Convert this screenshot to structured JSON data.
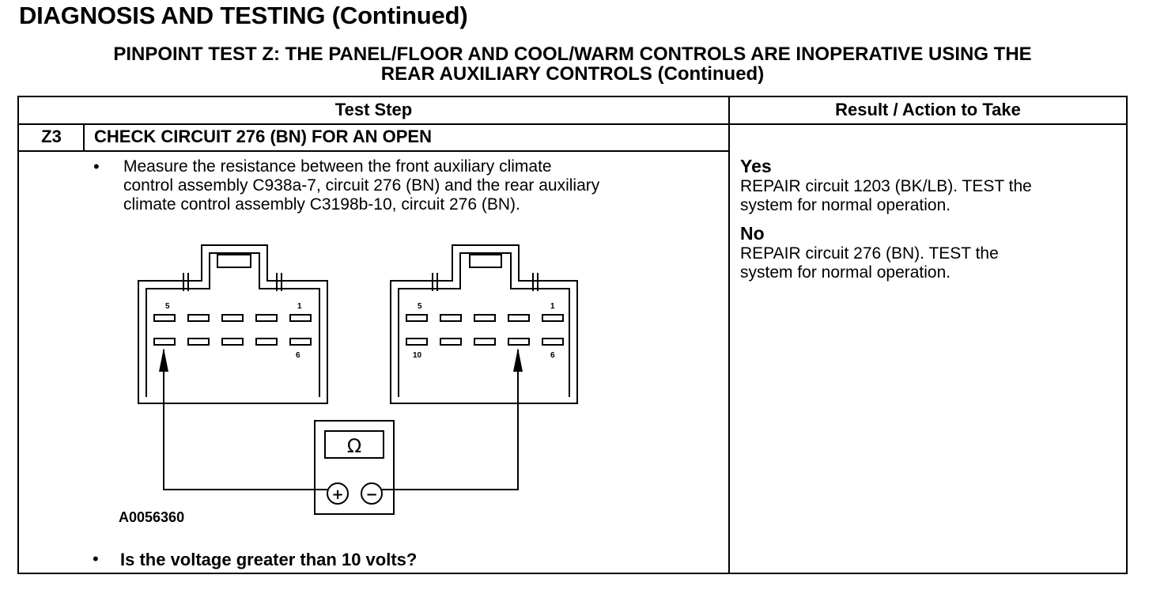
{
  "page_title": "DIAGNOSIS AND TESTING (Continued)",
  "test_title_line1": "PINPOINT TEST  Z: THE PANEL/FLOOR AND COOL/WARM CONTROLS ARE INOPERATIVE USING THE",
  "test_title_line2": "REAR AUXILIARY CONTROLS (Continued)",
  "table": {
    "col_test_step": "Test Step",
    "col_result": "Result / Action to Take"
  },
  "step": {
    "id": "Z3",
    "title": "CHECK CIRCUIT 276 (BN) FOR AN OPEN",
    "bullet": "•",
    "instruction_lines": [
      "Measure the resistance between the front auxiliary climate",
      "control assembly C938a-7, circuit 276 (BN) and the rear auxiliary",
      "climate control assembly C3198b-10, circuit 276 (BN)."
    ],
    "question": "Is the voltage greater than 10 volts?"
  },
  "figure": {
    "id": "A0056360",
    "left_pin_labels": {
      "top_left": "5",
      "top_right": "1",
      "bottom_right": "6"
    },
    "right_pin_labels": {
      "top_left": "5",
      "top_right": "1",
      "bottom_left": "10",
      "bottom_right": "6"
    },
    "meter_symbol": "Ω",
    "plus": "+",
    "minus": "−"
  },
  "results": {
    "yes_label": "Yes",
    "yes_lines": [
      "REPAIR circuit 1203 (BK/LB). TEST the",
      "system for normal operation."
    ],
    "no_label": "No",
    "no_lines": [
      "REPAIR circuit 276 (BN). TEST the",
      "system for normal operation."
    ]
  }
}
